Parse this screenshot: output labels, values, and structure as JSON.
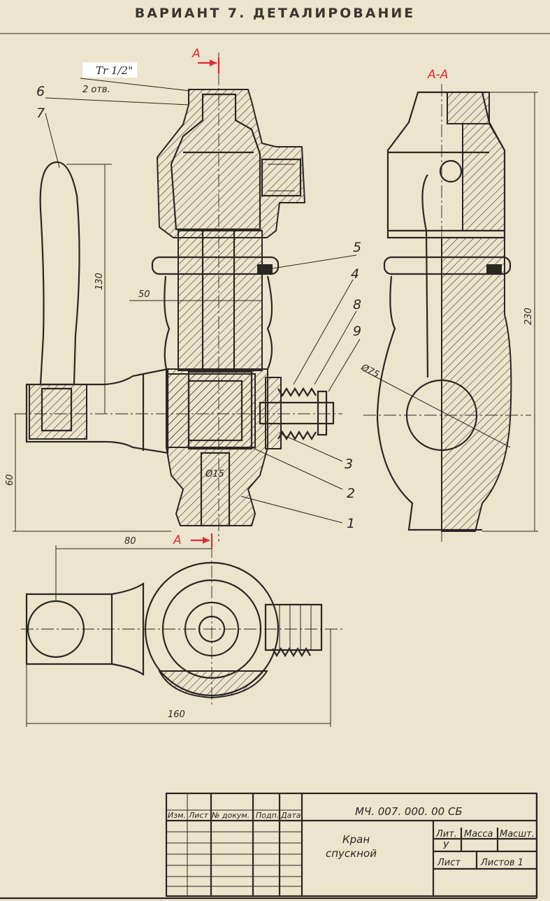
{
  "title": "ВАРИАНТ 7. ДЕТАЛИРОВАНИЕ",
  "thread": {
    "line1": "Tr 1/2\"",
    "line2": "2 отв."
  },
  "section_marks": {
    "top": "А",
    "bottom": "А",
    "view": "А-А"
  },
  "callouts": [
    "6",
    "7",
    "5",
    "4",
    "8",
    "9",
    "3",
    "2",
    "1"
  ],
  "dimensions": {
    "d50": "50",
    "d130": "130",
    "d60": "60",
    "d230": "230",
    "d75": "Ø75",
    "d15": "Ø15",
    "d80": "80",
    "d160": "160"
  },
  "title_block": {
    "code": "МЧ. 007. 000. 00 СБ",
    "name_line1": "Кран",
    "name_line2": "спускной",
    "headers": [
      "Изм.",
      "Лист",
      "№ докум.",
      "Подп.",
      "Дата"
    ],
    "lit": "Лит.",
    "mass": "Масса",
    "scale": "Масшт.",
    "lit_value": "У",
    "sheet": "Лист",
    "sheets": "Листов 1"
  },
  "colors": {
    "paper": "#ece4cc",
    "ink": "#2a2622",
    "section_red": "#e0283a"
  }
}
